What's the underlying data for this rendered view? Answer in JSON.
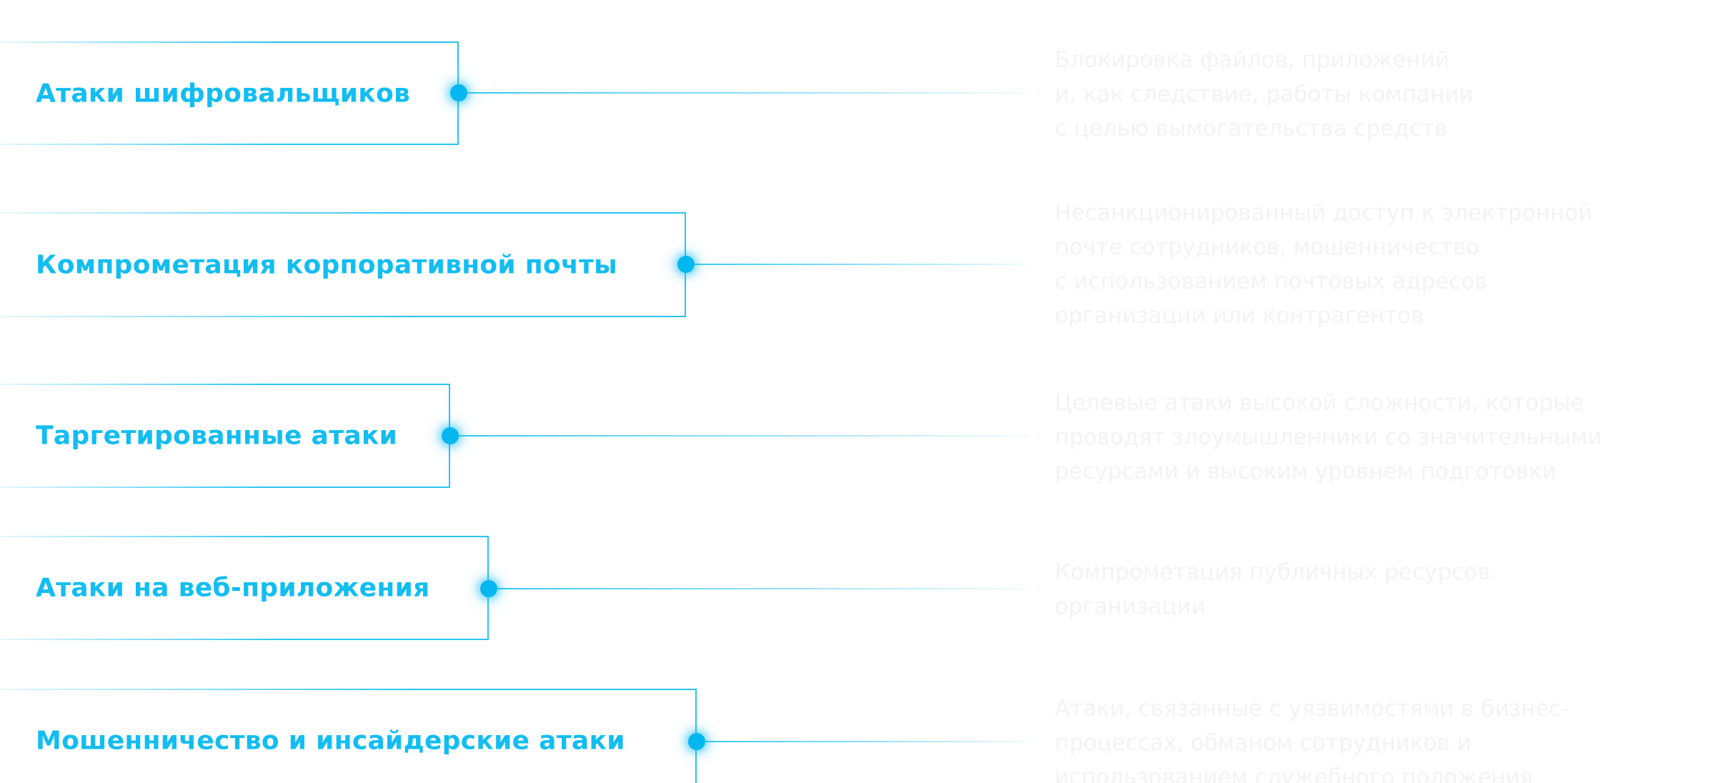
{
  "items": [
    {
      "title": "Атаки шифровальщиков",
      "description": [
        "Блокировка файлов, приложений",
        "и, как следствие, работы компании",
        "с целью вымогательства средств"
      ]
    },
    {
      "title": "Компрометация корпоративной почты",
      "description": [
        "Несанкционированный доступ к электронной",
        "почте сотрудников, мошенничество",
        "с использованием почтовых адресов",
        "организации или контрагентов"
      ]
    },
    {
      "title": "Таргетированные атаки",
      "description": [
        "Целевые атаки высокой сложности, которые",
        "проводят злоумышленники со значительными",
        "ресурсами и высоким уровнем подготовки"
      ]
    },
    {
      "title": "Атаки на веб-приложения",
      "description": [
        "Компрометация публичных ресурсов",
        "организации"
      ]
    },
    {
      "title": "Мошенничество и инсайдерские атаки",
      "description": [
        "Атаки, связанные с уязвимостями в бизнес-",
        "процессах, обманом сотрудников и",
        "использованием служебного положения"
      ]
    }
  ],
  "colors": {
    "accent": "#12bdf2",
    "dot": "#05b7f1",
    "border": "#29c4f5",
    "description_text": "#f3f3f3"
  }
}
